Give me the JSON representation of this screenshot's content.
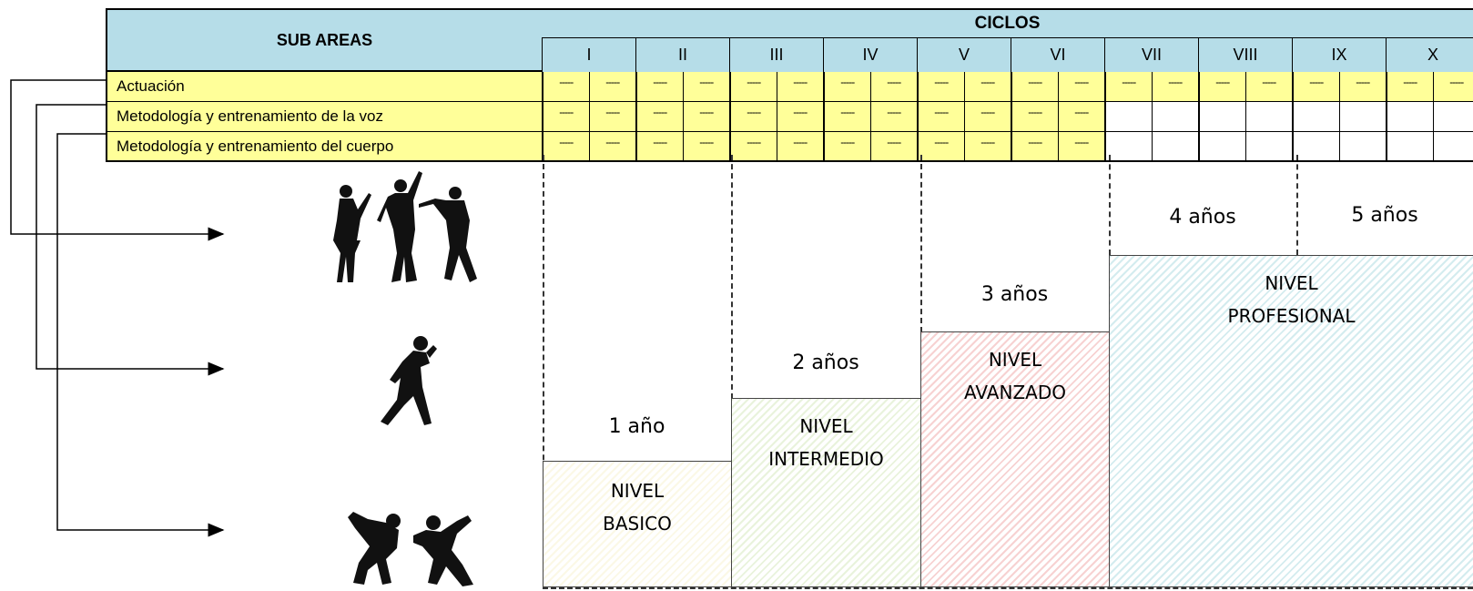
{
  "header": {
    "sub_areas": "SUB AREAS",
    "ciclos": "CICLOS",
    "cycles": [
      "I",
      "II",
      "III",
      "IV",
      "V",
      "VI",
      "VII",
      "VIII",
      "IX",
      "X"
    ]
  },
  "rows": [
    {
      "label": "Actuación",
      "dash_cells": 20
    },
    {
      "label": "Metodología y entrenamiento de la voz",
      "dash_cells": 12
    },
    {
      "label": "Metodología y entrenamiento del cuerpo",
      "dash_cells": 12
    }
  ],
  "dash_text": "-----",
  "levels": {
    "basico": {
      "line1": "NIVEL",
      "line2": "BASICO",
      "years": "1 año"
    },
    "intermedio": {
      "line1": "NIVEL",
      "line2": "INTERMEDIO",
      "years": "2 años"
    },
    "avanzado": {
      "line1": "NIVEL",
      "line2": "AVANZADO",
      "years": "3 años"
    },
    "profesional": {
      "line1": "NIVEL",
      "line2": "PROFESIONAL",
      "years_a": "4 años",
      "years_b": "5 años"
    }
  },
  "figures": [
    "actors-silhouette-icon",
    "singer-silhouette-icon",
    "dancers-silhouette-icon"
  ],
  "colors": {
    "header_blue": "#b6dde8",
    "label_yellow": "#ffff99"
  }
}
